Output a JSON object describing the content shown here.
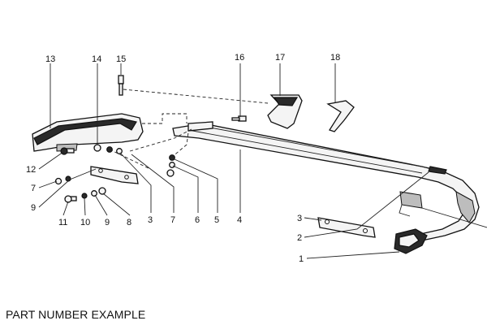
{
  "caption": "PART NUMBER EXAMPLE",
  "callouts": {
    "n1": "1",
    "n2": "2",
    "n3a": "3",
    "n3b": "3",
    "n4": "4",
    "n5": "5",
    "n6": "6",
    "n7a": "7",
    "n7b": "7",
    "n8": "8",
    "n9a": "9",
    "n9b": "9",
    "n10": "10",
    "n11": "11",
    "n12": "12",
    "n13": "13",
    "n14": "14",
    "n15": "15",
    "n16": "16",
    "n17": "17",
    "n18": "18"
  }
}
